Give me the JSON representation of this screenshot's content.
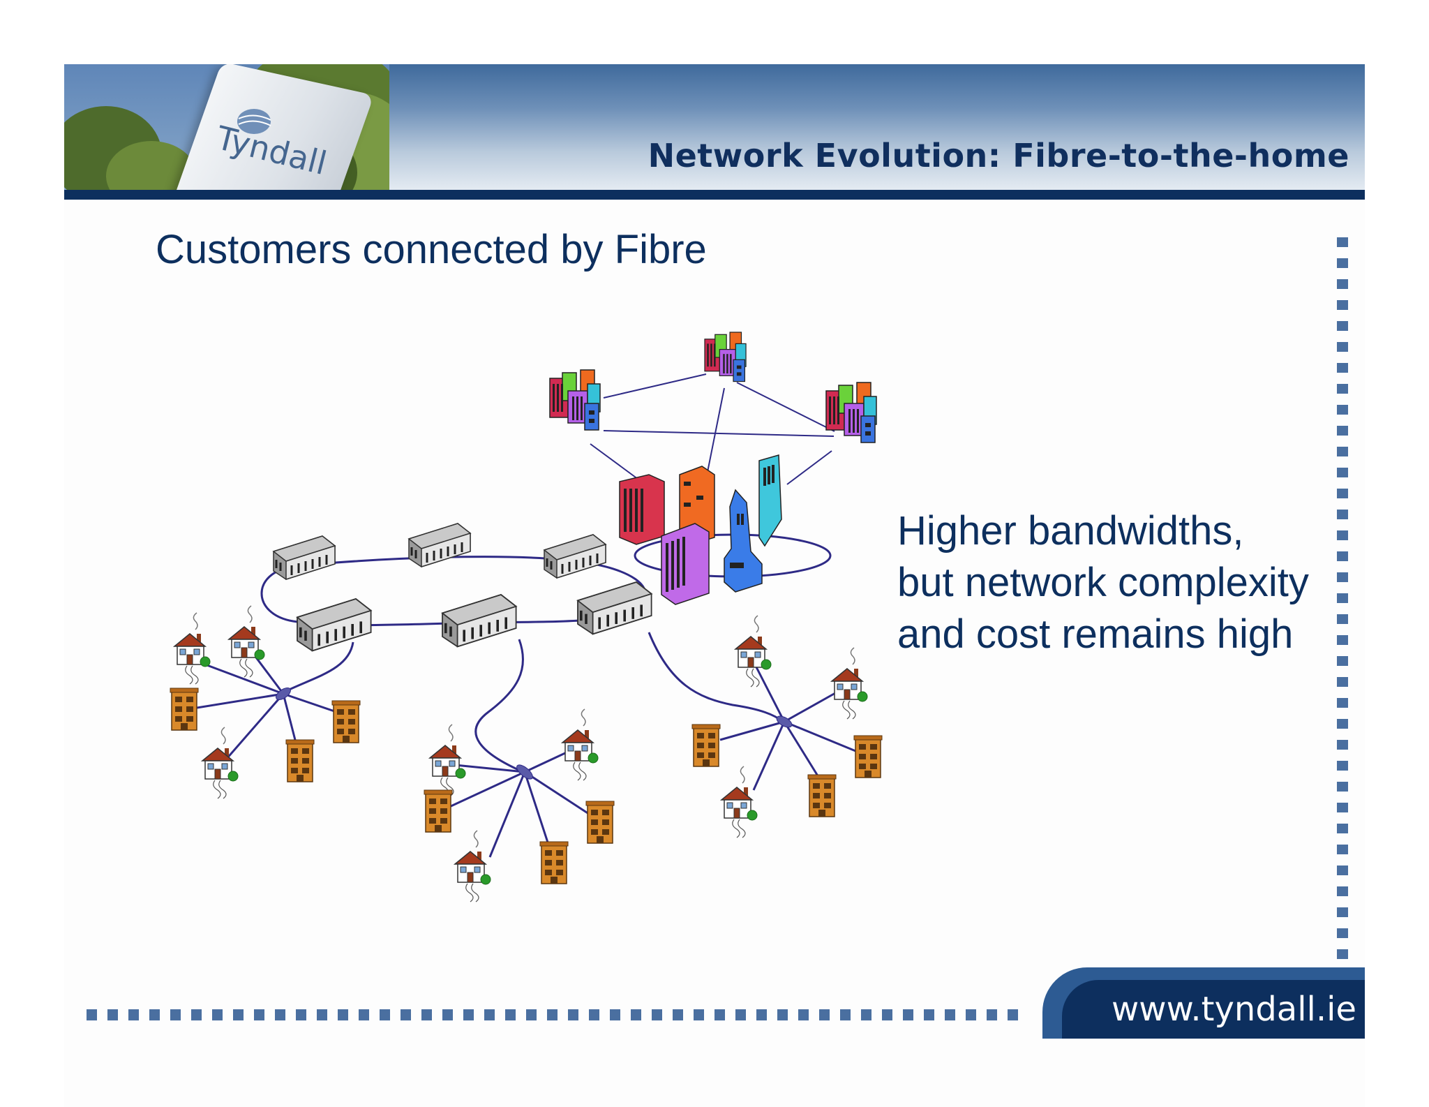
{
  "header": {
    "title": "Network Evolution: Fibre-to-the-home",
    "sign_text": "Tyndall"
  },
  "main": {
    "subtitle": "Customers connected by Fibre",
    "side_lines": [
      "Higher bandwidths,",
      "but network complexity",
      "and cost remains high"
    ]
  },
  "footer": {
    "url": "www.tyndall.ie"
  },
  "colors": {
    "navy": "#0d2f5e",
    "link_line": "#2e2a86",
    "dots": "#4a6fa0",
    "house_roof": "#a53a1e",
    "apartment": "#d9892a"
  }
}
